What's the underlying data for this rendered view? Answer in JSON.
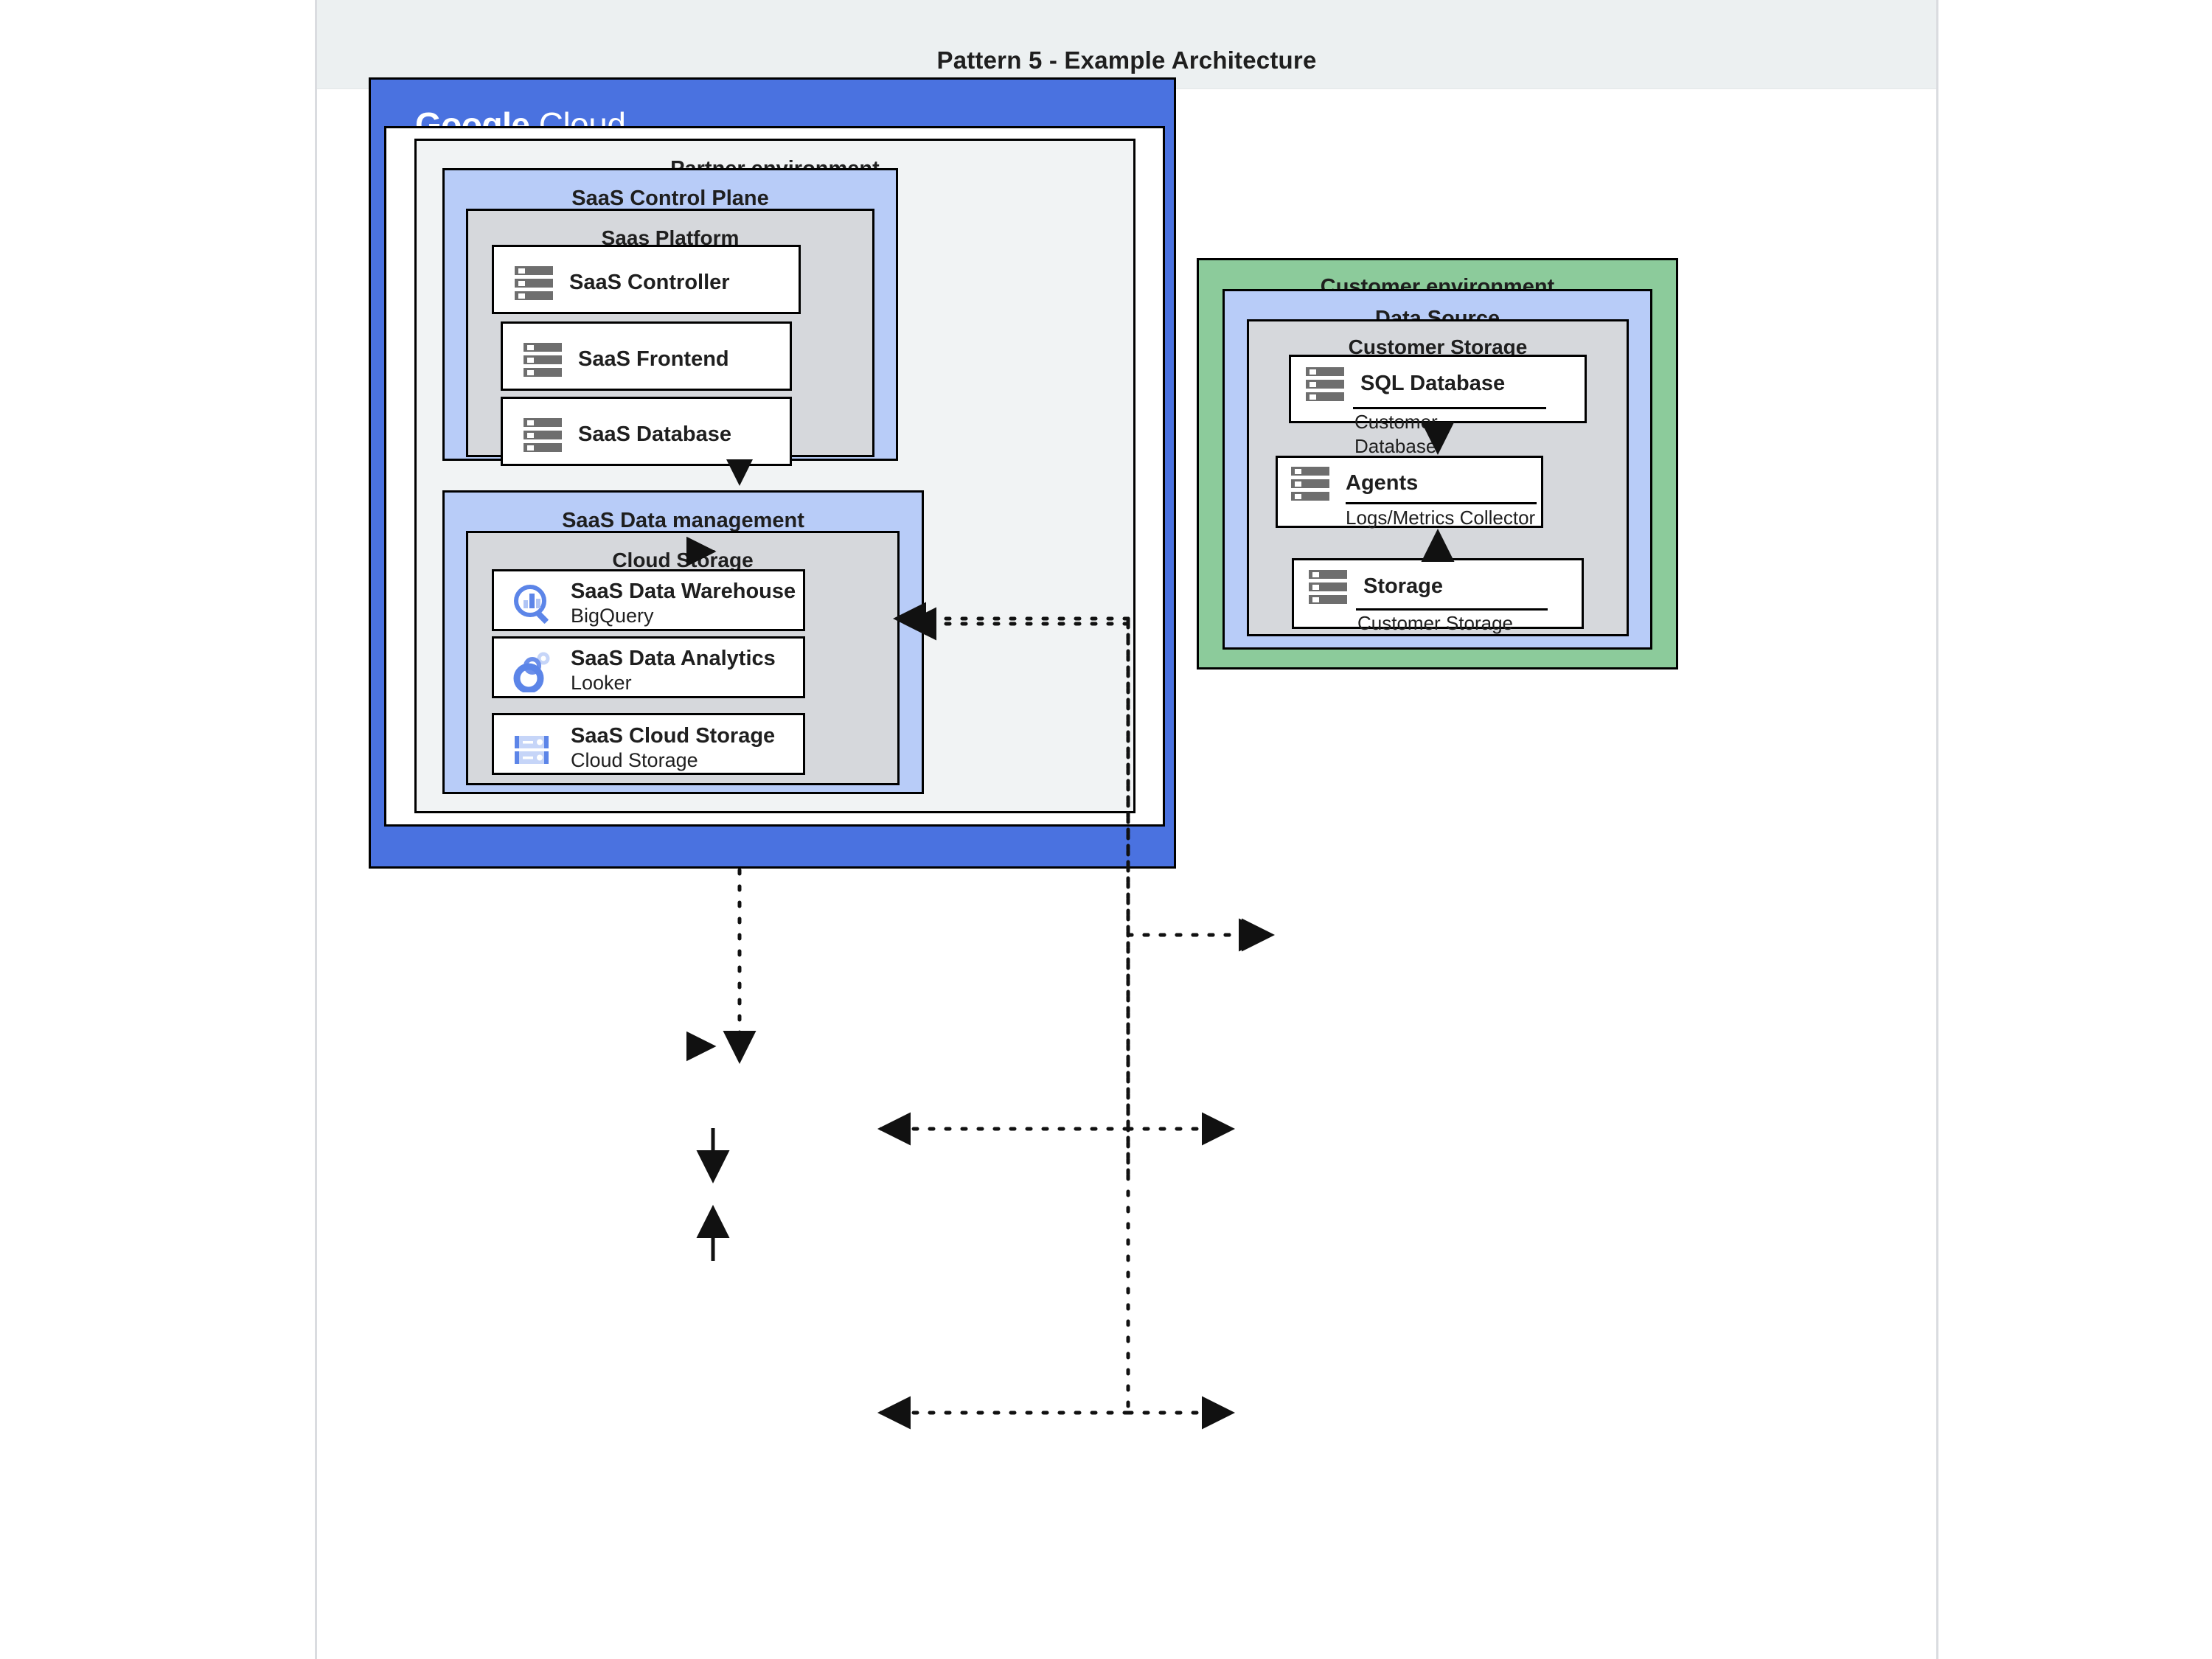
{
  "page": {
    "title": "Pattern 5 - Example Architecture"
  },
  "cloud": {
    "brand_bold": "Google",
    "brand_light": "Cloud",
    "brand_color": "#4A72E0"
  },
  "partner": {
    "label": "Partner environment",
    "control_plane": {
      "label": "SaaS Control Plane",
      "platform": {
        "label": "Saas Platform",
        "nodes": [
          {
            "title": "SaaS Controller",
            "icon": "server-icon"
          },
          {
            "title": "SaaS Frontend",
            "icon": "server-icon"
          },
          {
            "title": "SaaS Database",
            "icon": "server-icon"
          }
        ]
      }
    },
    "data_management": {
      "label": "SaaS Data management",
      "cloud_storage": {
        "label": "Cloud Storage",
        "nodes": [
          {
            "title": "SaaS Data Warehouse",
            "sub": "BigQuery",
            "icon": "bigquery-icon"
          },
          {
            "title": "SaaS Data Analytics",
            "sub": "Looker",
            "icon": "looker-icon"
          },
          {
            "title": "SaaS Cloud Storage",
            "sub": "Cloud Storage",
            "icon": "cloud-storage-icon"
          }
        ]
      }
    }
  },
  "customer": {
    "label": "Customer environment",
    "data_source": {
      "label": "Data Source",
      "storage": {
        "label": "Customer Storage",
        "nodes": [
          {
            "title": "SQL Database",
            "caption": "Customer\nDatabase",
            "icon": "server-icon"
          },
          {
            "title": "Agents",
            "caption": "Logs/Metrics Collector",
            "icon": "server-icon"
          },
          {
            "title": "Storage",
            "caption": "Customer Storage",
            "icon": "server-icon"
          }
        ]
      }
    }
  },
  "colors": {
    "google_blue": "#4A72E0",
    "lavender": "#B8CCF8",
    "green": "#8CCB9B",
    "gray": "#D6D8DC",
    "partner_gray": "#F1F3F4",
    "icon_gray": "#6E6E6E",
    "accent_blue": "#5C85E8"
  }
}
